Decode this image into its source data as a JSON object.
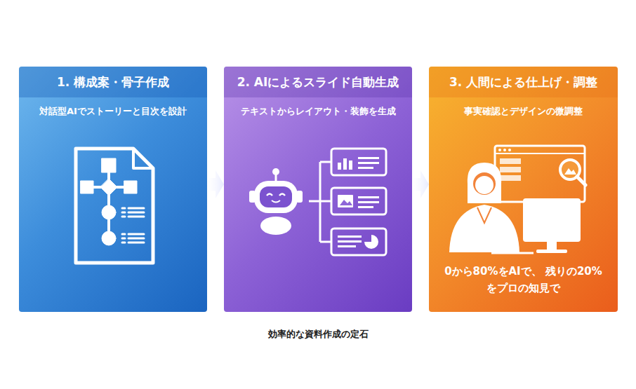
{
  "diagram": {
    "caption": "効率的な資料作成の定石",
    "nodes": [
      {
        "text": [
          "1. 構成案・骨子作成",
          "対話型AIでストーリーと目次を設計"
        ]
      },
      {
        "text": [
          "2. AIによるスライド自動生成",
          "テキストからレイアウト・装飾を生成"
        ]
      },
      {
        "text": [
          "3. 人間による仕上げ・調整",
          "事実確認とデザインの微調整",
          "0から80%をAIで、 残りの20%をプロの知見で"
        ]
      }
    ],
    "edges": [
      {
        "from": 0,
        "to": 1,
        "arrow": "to"
      },
      {
        "from": 1,
        "to": 2,
        "arrow": "to"
      }
    ]
  }
}
